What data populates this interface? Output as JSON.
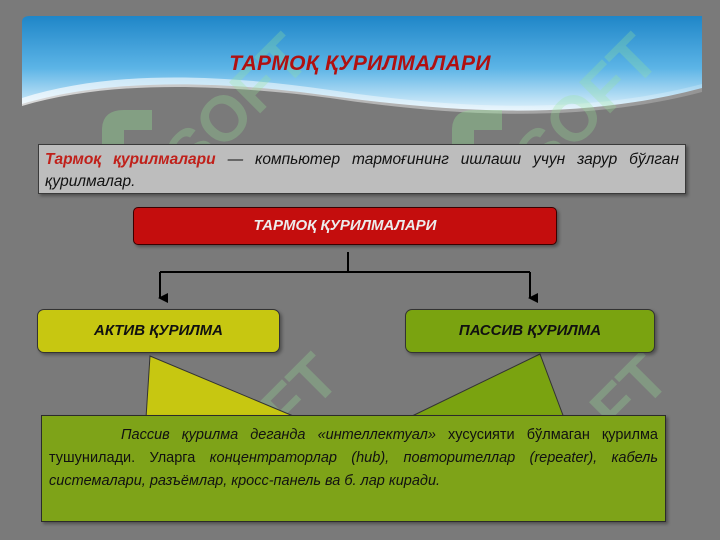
{
  "slide": {
    "title": "ТАРМОҚ ҚУРИЛМАЛАРИ",
    "colors": {
      "title": "#b01010",
      "header_top": "#1f86c8",
      "header_bottom": "#dff1fb",
      "root_box": "#c40d0d",
      "active_box": "#c7c711",
      "passive_box": "#7aa310",
      "note_box": "#7ea318"
    }
  },
  "definition": {
    "term": "Тармоқ қурилмалари",
    "text": " — компьютер тармоғининг ишлаши учун зарур бўлган қурилмалар."
  },
  "diagram": {
    "root": "ТАРМОҚ ҚУРИЛМАЛАРИ",
    "active": "АКТИВ ҚУРИЛМА",
    "passive": "ПАССИВ ҚУРИЛМА"
  },
  "note": {
    "part1": "Пассив қурилма деганда ",
    "part2": "«интеллектуал»",
    "part3": " хусусияти бўлмаган қурилма тушунилади. Уларга ",
    "part4": "концентраторлар (hub), повторителлар (repeater), кабель системалари, разъёмлар, кросс-панель ва б. лар киради."
  },
  "watermark": {
    "text": "SOFT",
    "icon": "leaf-logo-icon"
  }
}
